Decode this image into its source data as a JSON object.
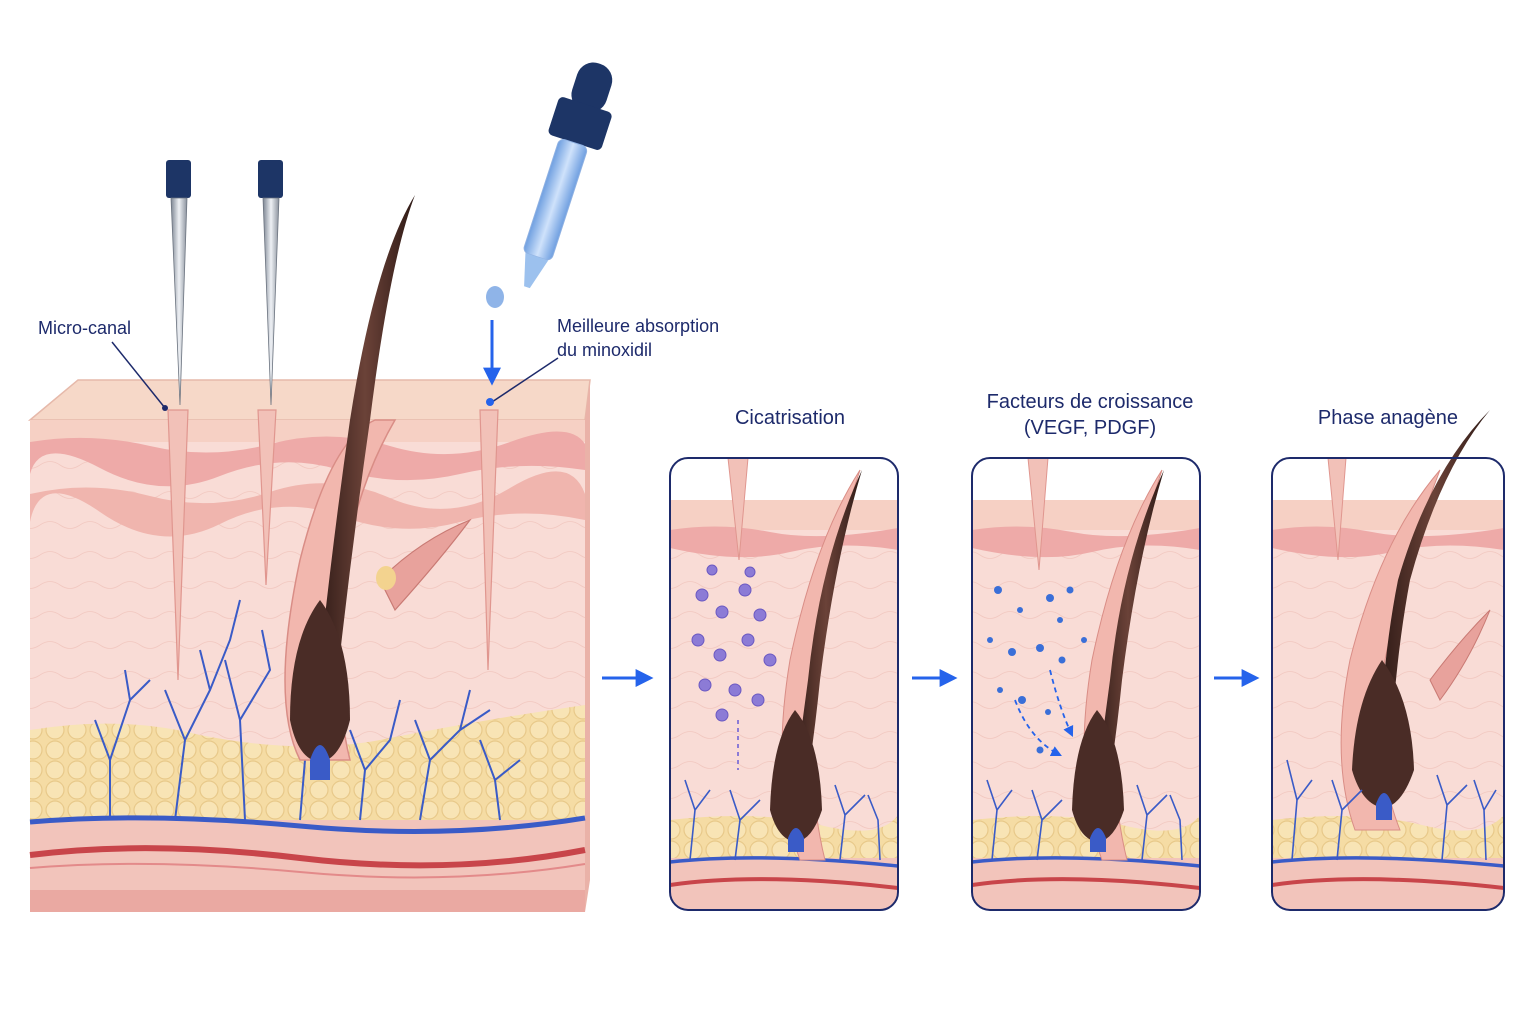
{
  "labels": {
    "micro_canal": "Micro-canal",
    "absorption_line1": "Meilleure absorption",
    "absorption_line2": "du minoxidil"
  },
  "panels": [
    {
      "title": "Cicatrisation"
    },
    {
      "title_line1": "Facteurs de croissance",
      "title_line2": "(VEGF, PDGF)"
    },
    {
      "title": "Phase anagène"
    }
  ],
  "colors": {
    "skin_epidermis": "#f4c9be",
    "skin_dermis": "#f9dcd6",
    "fat": "#f5dca4",
    "hair": "#4a2c26",
    "vessel_blue": "#3a5bc7",
    "vessel_red": "#c8454a",
    "arrow_blue": "#2563eb",
    "cells_purple": "#8c7bd6",
    "label_navy": "#1d2a6b",
    "needle_cap": "#1d3566"
  },
  "icons": {
    "needle": "microneedle-icon",
    "dropper": "dropper-icon",
    "flow_arrow": "right-arrow-icon"
  }
}
